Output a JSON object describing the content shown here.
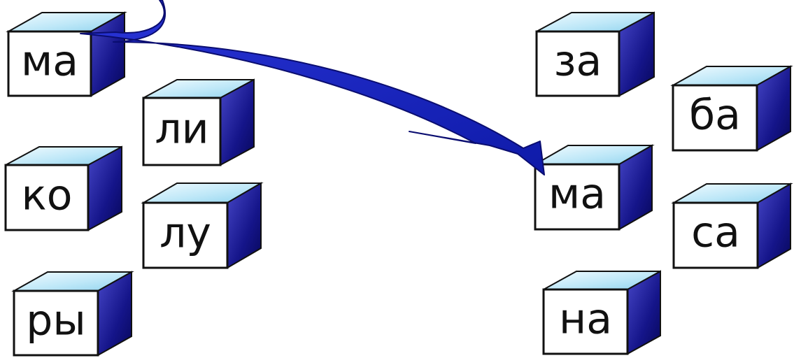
{
  "colors": {
    "background": "#ffffff",
    "cube_top_light": "#f2fbff",
    "cube_top_dark": "#8fd3ee",
    "cube_side_light": "#4747c8",
    "cube_side_dark": "#07075a",
    "cube_front": "#ffffff",
    "cube_edge": "#111111",
    "arrow_fill": "#1f28c8",
    "arrow_stroke": "#0a0d70"
  },
  "arrow": {
    "from": "ма",
    "to": "ма"
  },
  "left_group": [
    {
      "syllable": "ма"
    },
    {
      "syllable": "ли"
    },
    {
      "syllable": "ко"
    },
    {
      "syllable": "лу"
    },
    {
      "syllable": "ры"
    }
  ],
  "right_group": [
    {
      "syllable": "за"
    },
    {
      "syllable": "ба"
    },
    {
      "syllable": "ма"
    },
    {
      "syllable": "са"
    },
    {
      "syllable": "на"
    }
  ]
}
